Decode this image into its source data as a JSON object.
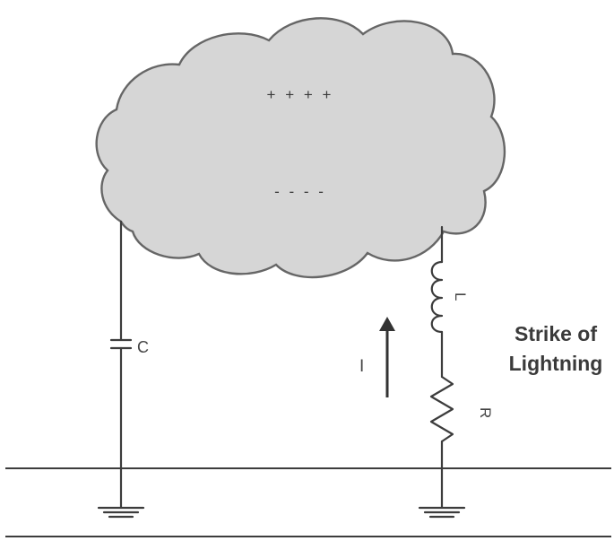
{
  "cloud": {
    "positive_charges": "+ + + +",
    "negative_charges": "- - - -",
    "fill_color": "#d6d6d6",
    "stroke_color": "#666666"
  },
  "components": {
    "capacitor_label": "C",
    "inductor_label": "L",
    "resistor_label": "R",
    "current_label": "I"
  },
  "caption": {
    "line1": "Strike of",
    "line2": "Lightning"
  },
  "icons": [
    "capacitor-symbol",
    "inductor-coil",
    "resistor-zigzag",
    "current-arrow",
    "ground-symbol"
  ]
}
